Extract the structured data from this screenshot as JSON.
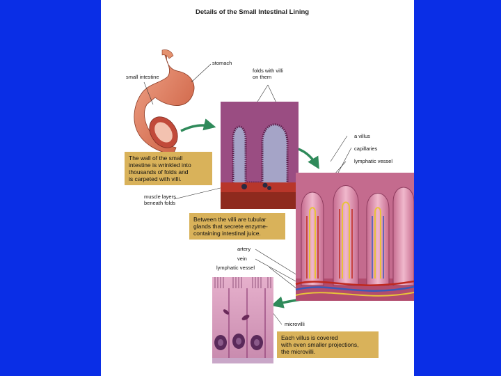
{
  "title": "Details of the Small Intestinal Lining",
  "labels": {
    "stomach": "stomach",
    "small_intestine": "small intestine",
    "folds_with_villi": [
      "folds with villi",
      "on them"
    ],
    "a_villus": "a villus",
    "capillaries": "capillaries",
    "lymphatic_vessel_top": "lymphatic vessel",
    "muscle_layers": [
      "muscle layers",
      "beneath folds"
    ],
    "artery": "artery",
    "vein": "vein",
    "lymphatic_vessel_bottom": "lymphatic vessel",
    "microvilli": "microvilli"
  },
  "captions": {
    "wall": [
      "The wall of the small",
      "intestine is wrinkled into",
      "thousands of folds and",
      "is carpeted with villi."
    ],
    "glands": [
      "Between the villi are tubular",
      "glands that secrete enzyme-",
      "containing intestinal juice."
    ],
    "microvilli": [
      "Each villus is covered",
      "with even smaller projections,",
      "the microvilli."
    ]
  },
  "colors": {
    "background": "#0a2ee6",
    "page": "#ffffff",
    "caption_box": "#d9b25a",
    "arrow": "#2f8a5a",
    "tissue_pink": "#d98aa8",
    "tissue_purple": "#a85a8a",
    "artery_red": "#c0281e",
    "vein_blue": "#3a5ab8",
    "lymph_yellow": "#e8c23a"
  }
}
